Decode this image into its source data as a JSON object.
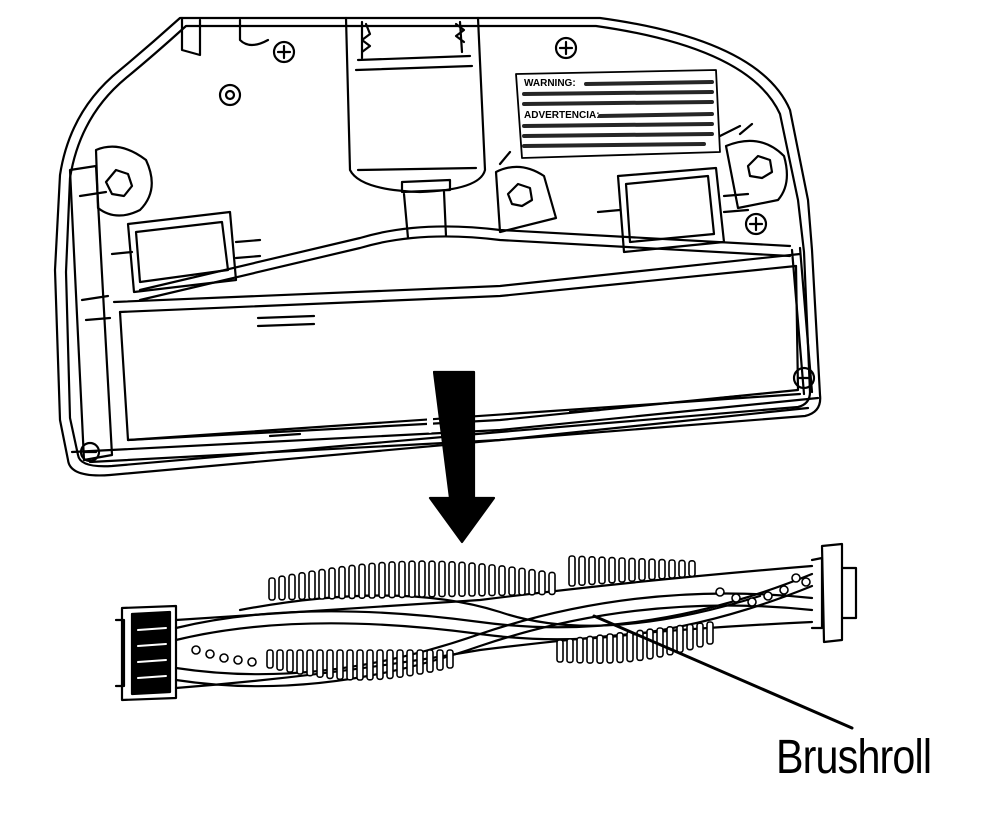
{
  "labels": {
    "brushroll": "Brushroll"
  },
  "warning_label": {
    "heading": "WARNING:",
    "subheading": "ADVERTENCIA:"
  },
  "colors": {
    "ink": "#000000",
    "paper": "#ffffff"
  }
}
